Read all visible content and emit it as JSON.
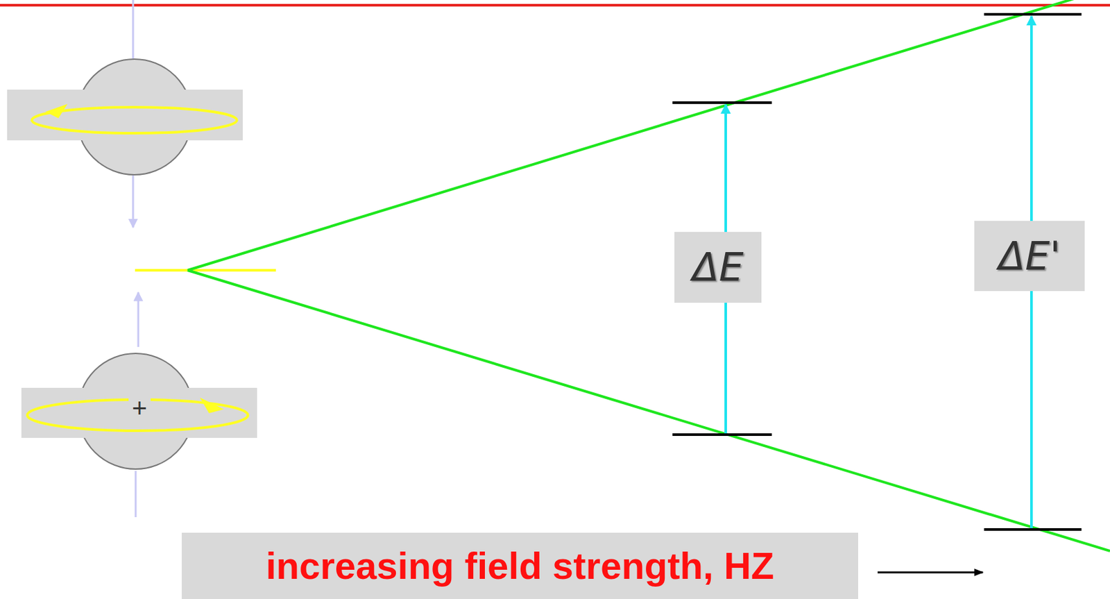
{
  "diagram": {
    "nodes": [
      {
        "text": [
          "ΔE"
        ]
      },
      {
        "text": [
          "ΔE'"
        ]
      },
      {
        "text": [
          "+"
        ]
      },
      {
        "text": [
          "increasing field strength, HZ"
        ]
      }
    ]
  }
}
